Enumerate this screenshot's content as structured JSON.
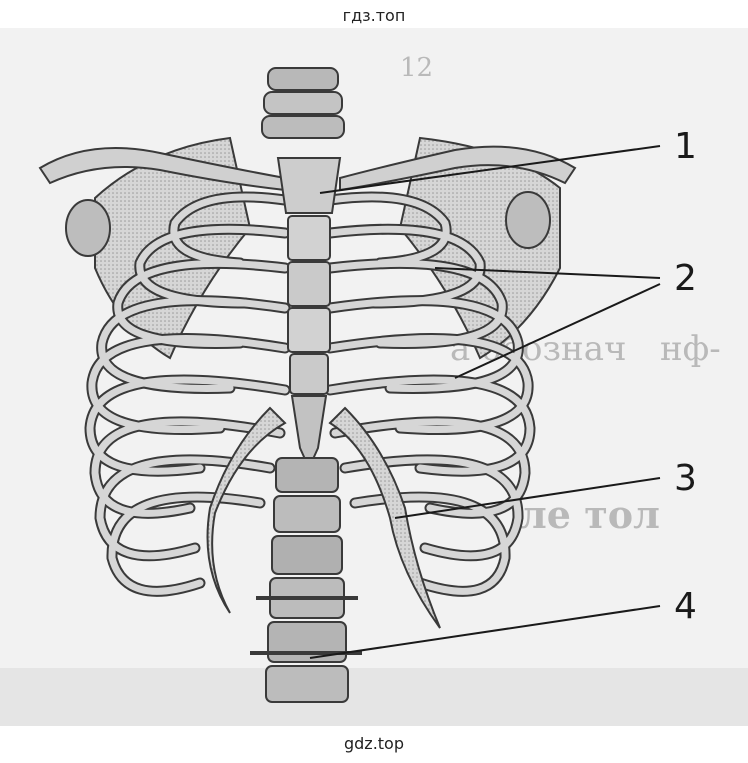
{
  "watermark_top": "гдз.топ",
  "watermark_bottom": "gdz.top",
  "figure": {
    "callouts": [
      {
        "label": "1",
        "part": "sternum"
      },
      {
        "label": "2",
        "part": "ribs"
      },
      {
        "label": "3",
        "part": "costal cartilage"
      },
      {
        "label": "4",
        "part": "vertebra"
      }
    ],
    "bleed_through_text": {
      "line1": "12",
      "line2": "а обознач",
      "line3": "нф-",
      "line4": "ле тол"
    }
  },
  "colors": {
    "background": "#ffffff",
    "page_tint": "#eeeeee",
    "bone": "#cfcfcf",
    "bone_shadow": "#8f8f8f",
    "outline": "#3a3a3a",
    "label": "#1a1a1a"
  }
}
